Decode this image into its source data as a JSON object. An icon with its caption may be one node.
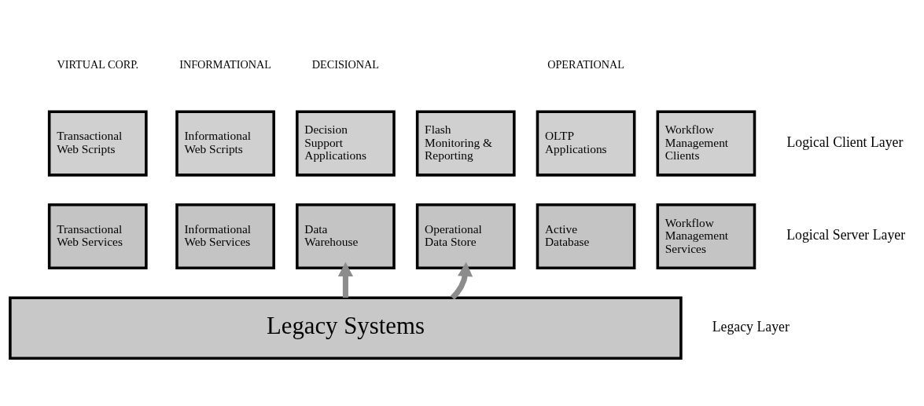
{
  "diagram": {
    "nodes": [
      {
        "text": [
          "Transactional Web Scripts"
        ]
      },
      {
        "text": [
          "Informational Web Scripts"
        ]
      },
      {
        "text": [
          "Decision Support Applications"
        ]
      },
      {
        "text": [
          "Flash Monitoring & Reporting"
        ]
      },
      {
        "text": [
          "OLTP Applications"
        ]
      },
      {
        "text": [
          "Workflow Management Clients"
        ]
      },
      {
        "text": [
          "Transactional Web Services"
        ]
      },
      {
        "text": [
          "Informational Web Services"
        ]
      },
      {
        "text": [
          "Data Warehouse"
        ]
      },
      {
        "text": [
          "Operational Data Store"
        ]
      },
      {
        "text": [
          "Active Database"
        ]
      },
      {
        "text": [
          "Workflow Management Services"
        ]
      },
      {
        "text": [
          "Legacy Systems"
        ]
      }
    ],
    "edges": [
      {
        "from": 12,
        "to": 8,
        "arrow": "to"
      },
      {
        "from": 12,
        "to": 9,
        "arrow": "to"
      }
    ],
    "labels": [
      "VIRTUAL CORP.",
      "INFORMATIONAL",
      "DECISIONAL",
      "OPERATIONAL",
      "Logical Client Layer",
      "Logical Server Layer",
      "Legacy Layer"
    ]
  }
}
